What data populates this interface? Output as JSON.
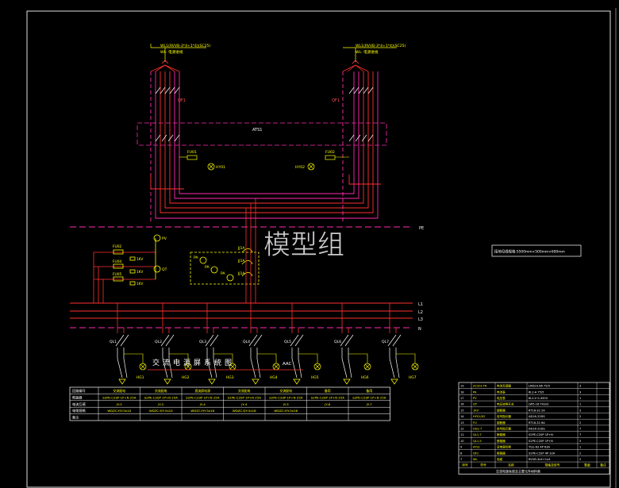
{
  "feeds": {
    "left_cable": "WL1(RVVB-3*4+1*4)(SC25)",
    "left_note": "WL: 电源进线",
    "right_cable": "WL1(RVVB-3*4+1*4)(SC25)",
    "right_note": "WL: 电源进线"
  },
  "components": {
    "qf_left": "QF1",
    "qf_right": "QF1",
    "ats": "ATS1",
    "fu_left": "FU01",
    "fu_right": "FU02",
    "hy_left": "HY01",
    "hy_right": "HY02",
    "fu_a": "FU02",
    "fu_b": "FU04",
    "fu_c": "FU05",
    "pv": "PV",
    "qt": "QT",
    "k_a": "1KV",
    "k_b": "1KV",
    "k_c": "1KV",
    "pa1": "PA",
    "pa2": "PA",
    "pa3": "PA",
    "ta1": "JJ1A",
    "ta2": "JJ1A",
    "ta3": "JJ1A"
  },
  "buses": {
    "pe": "PE",
    "l1": "L1",
    "l2": "L2",
    "l3": "L3",
    "n": "N"
  },
  "watermark": "模型组",
  "annotation_box": "接地母线规格:5500mm×500mm×600mm",
  "branches": [
    {
      "ql": "QL1",
      "hg": "HG1"
    },
    {
      "ql": "QL2",
      "hg": "HG2"
    },
    {
      "ql": "QL3",
      "hg": "HG3"
    },
    {
      "ql": "QL4",
      "hg": "HG4"
    },
    {
      "ql": "QL5",
      "hg": "HG5"
    },
    {
      "ql": "QL6",
      "hg": "HG6"
    },
    {
      "ql": "QL7",
      "hg": "HG7"
    }
  ],
  "circuit_table": {
    "row_labels": [
      "回路编号",
      "断路器",
      "电流互感",
      "电缆规格",
      "备注"
    ],
    "cols": [
      [
        "交流配电",
        "S2PE-C20P 1P+N 25A",
        "JY-5",
        "WDZC-YJY-5x10",
        ""
      ],
      [
        "交流配电",
        "S2PE-C20P 1P+N 25A",
        "JY-2",
        "WDZC-YJY-5x10",
        ""
      ],
      [
        "直流屏电源",
        "S2PE-C20P 1P+N 25A",
        "JY-4",
        "WDZC-YJY-5x16",
        ""
      ],
      [
        "交流配电",
        "S2PE-C20P 1P+N 25A",
        "JY-4",
        "WDZC-YJY-5x16",
        ""
      ],
      [
        "交流配电",
        "S2PE-C20P 1P+N 25A",
        "JY-5",
        "WDZC-YJY-5x16",
        ""
      ],
      [
        "备用",
        "S2PE-C20P 1P+N 25A",
        "JY-6",
        "",
        ""
      ],
      [
        "备用",
        "S2PE-C20P 1P+N 25A",
        "JY-7",
        "",
        ""
      ]
    ]
  },
  "drawing_title": "交流电源屏系统图",
  "drawing_code": "AAC",
  "parts_table": {
    "rows": [
      [
        "19",
        "ZC201-TR",
        "电流互感器",
        "LMZJ-0.66 75/5",
        "3",
        ""
      ],
      [
        "18",
        "PA",
        "电流表",
        "6L2-A 75/5",
        "3",
        ""
      ],
      [
        "17",
        "PV",
        "电压表",
        "6L2-V 0-450V",
        "1",
        ""
      ],
      [
        "16",
        "QT",
        "电压转换开关",
        "LW5-16 YH3/3",
        "1",
        ""
      ],
      [
        "15",
        "1KV",
        "熔断器",
        "RT18-32 2A",
        "3",
        ""
      ],
      [
        "14",
        "HY01/02",
        "信号指示器",
        "AD16-22DS",
        "2",
        ""
      ],
      [
        "13",
        "FU",
        "熔断器",
        "RT18-32 6A",
        "2",
        ""
      ],
      [
        "12",
        "HG1-7",
        "信号指示器",
        "AD16-22DS",
        "7",
        ""
      ],
      [
        "11",
        "QL1-7",
        "断路器",
        "S2PE-C20P 1P+N",
        "7",
        ""
      ],
      [
        "10",
        "QL1-5",
        "断路器",
        "S2PE-C20P 1P+N",
        "5",
        ""
      ],
      [
        "9",
        "ATS1",
        "双电源切换",
        "TQ1-63 4P 63A",
        "1",
        ""
      ],
      [
        "8",
        "QF1",
        "断路器",
        "S2PE-C32P 4P 32A",
        "2",
        ""
      ],
      [
        "7",
        "WL",
        "电缆",
        "RVVB-3x4+1x4",
        "2",
        ""
      ]
    ],
    "header": [
      "序号",
      "符号",
      "名称",
      "规格及型号",
      "数量",
      "备注"
    ],
    "footer": "交流电源系统及主要元件材料表"
  }
}
